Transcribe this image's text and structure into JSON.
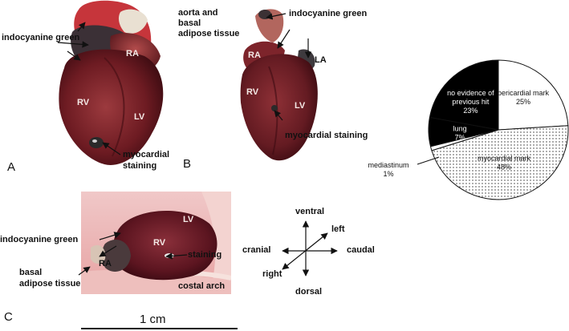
{
  "panels": {
    "a": {
      "letter": "A",
      "labels": {
        "indocyanine_green": "indocyanine green",
        "ra": "RA",
        "rv": "RV",
        "lv": "LV",
        "aorta_basal": "aorta and\nbasal\nadipose tissue",
        "myocardial_staining": "myocardial\nstaining"
      }
    },
    "b": {
      "letter": "B",
      "labels": {
        "indocyanine_green": "indocyanine green",
        "ra": "RA",
        "la": "LA",
        "rv": "RV",
        "lv": "LV",
        "myocardial_staining": "myocardial staining"
      }
    },
    "c": {
      "letter": "C",
      "labels": {
        "indocyanine_green": "indocyanine green",
        "basal_adipose": "basal\nadipose tissue",
        "ra": "RA",
        "rv": "RV",
        "lv": "LV",
        "staining": "staining",
        "costal_arch": "costal arch"
      },
      "orientation": {
        "ventral": "ventral",
        "dorsal": "dorsal",
        "cranial": "cranial",
        "caudal": "caudal",
        "left": "left",
        "right": "right"
      },
      "scale_bar": "1 cm"
    }
  },
  "chart_data": {
    "type": "pie",
    "slices": [
      {
        "label": "pericardial mark",
        "value": 25,
        "pct_label": "25%",
        "fill": "white"
      },
      {
        "label": "myocardial mark",
        "value": 48,
        "pct_label": "48%",
        "fill": "dotted"
      },
      {
        "label": "mediastinum",
        "value": 1,
        "pct_label": "1%",
        "fill": "white"
      },
      {
        "label": "lung",
        "value": 7,
        "pct_label": "7%",
        "fill": "black"
      },
      {
        "label": "no evidence of previous hit",
        "value": 23,
        "pct_label": "23%",
        "fill": "black"
      }
    ],
    "colors": {
      "black": "#000000",
      "white": "#ffffff",
      "dot": "#333333"
    }
  }
}
